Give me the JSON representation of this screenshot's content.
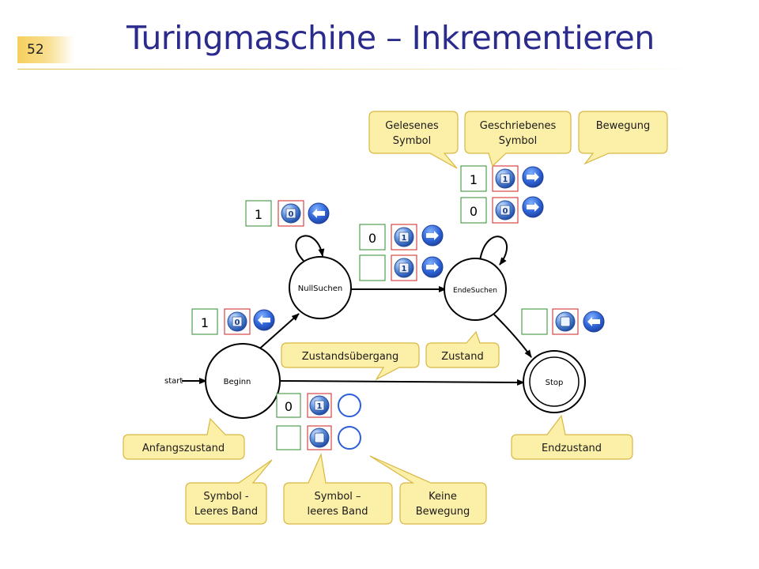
{
  "slide": {
    "page_number": "52",
    "title": "Turingmaschine – Inkrementieren"
  },
  "diagram": {
    "states": {
      "nullsuchen": "NullSuchen",
      "endesuchen": "EndeSuchen",
      "beginn": "Beginn",
      "stop": "Stop"
    },
    "start_label": "start",
    "transitions": {
      "t1_read": "1",
      "t2_read": "1",
      "t3_read": "0",
      "t4_read": "",
      "t5_read": "1",
      "t6_read": "0",
      "t7_read": "",
      "legend1_read": "0",
      "legend2_read": ""
    },
    "callouts": {
      "gelesenes_symbol": [
        "Gelesenes",
        "Symbol"
      ],
      "geschriebenes_symbol": [
        "Geschriebenes",
        "Symbol"
      ],
      "bewegung": "Bewegung",
      "zustandsuebergang": "Zustandsübergang",
      "zustand": "Zustand",
      "anfangszustand": "Anfangszustand",
      "endzustand": "Endzustand",
      "symbol_leeres_band": [
        "Symbol -",
        "Leeres Band"
      ],
      "symbol_leeres_band_2": [
        "Symbol –",
        "leeres Band"
      ],
      "keine_bewegung": [
        "Keine",
        "Bewegung"
      ]
    },
    "icons": {
      "write_0": "0",
      "write_1": "1",
      "write_blank": "blank-square-icon",
      "move_left": "arrow-left-icon",
      "move_right": "arrow-right-icon",
      "no_move": "circle-icon"
    },
    "colors": {
      "title": "#2b2b8e",
      "callout_fill": "#fcefa8",
      "callout_stroke": "#d8b742",
      "read_box_stroke": "#2e8b2e",
      "write_box_stroke": "#cc2222",
      "icon_blue": "#2c5fd8"
    }
  }
}
